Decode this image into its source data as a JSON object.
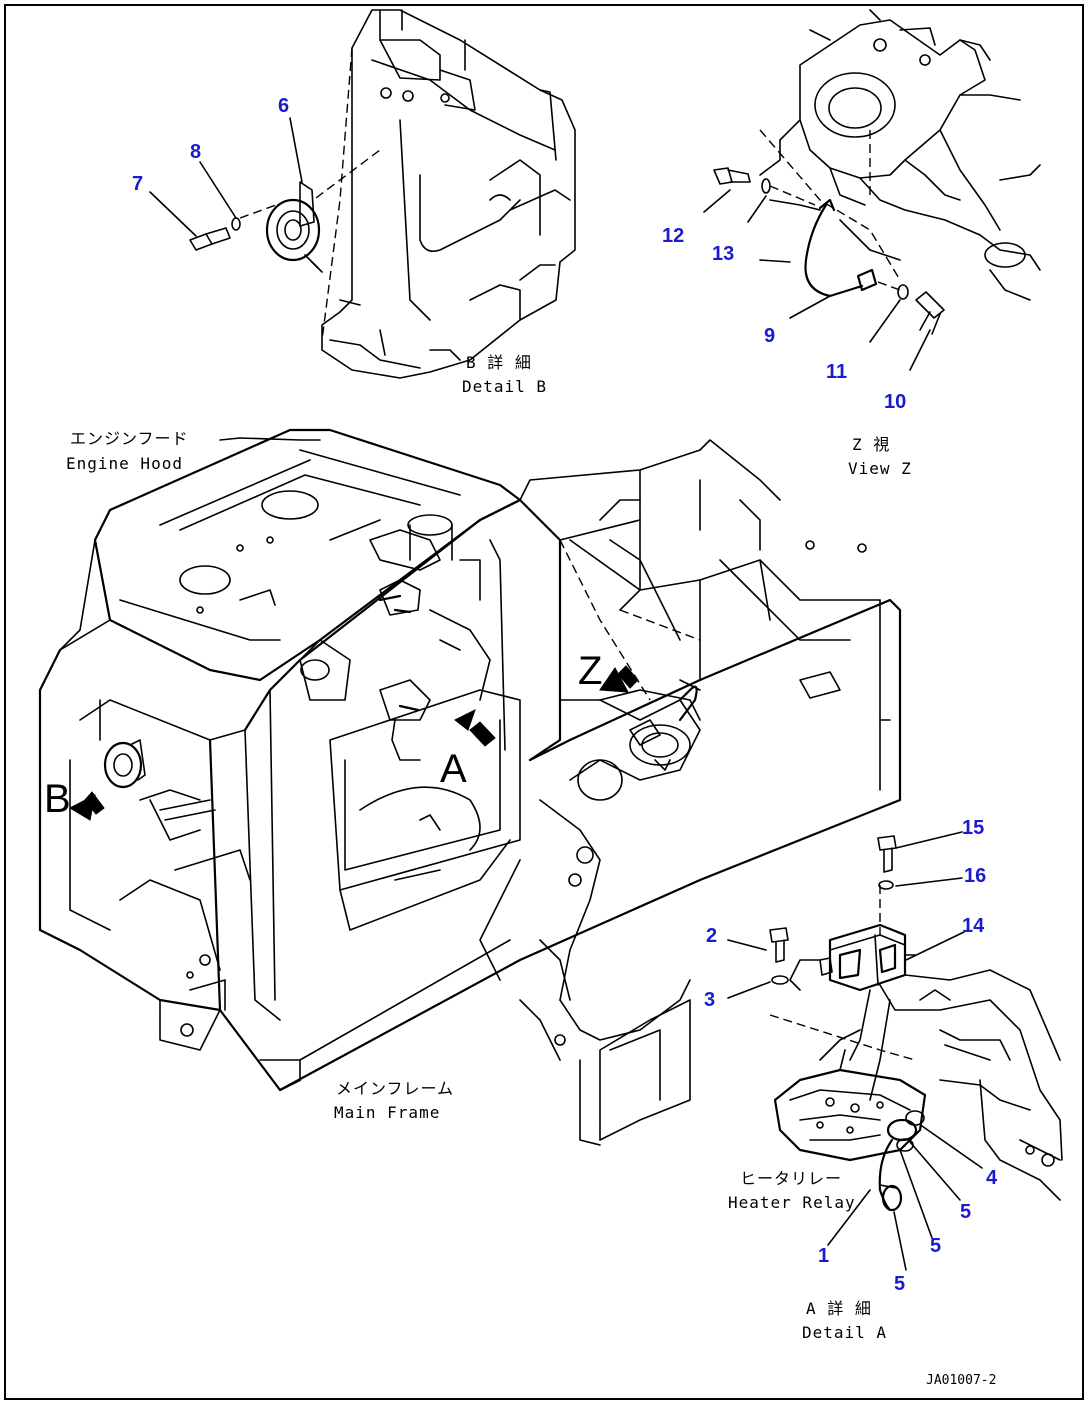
{
  "drawing": {
    "part_numbers": [
      {
        "id": "1",
        "label": "1"
      },
      {
        "id": "2",
        "label": "2"
      },
      {
        "id": "3",
        "label": "3"
      },
      {
        "id": "4",
        "label": "4"
      },
      {
        "id": "5a",
        "label": "5"
      },
      {
        "id": "5b",
        "label": "5"
      },
      {
        "id": "5c",
        "label": "5"
      },
      {
        "id": "6",
        "label": "6"
      },
      {
        "id": "7",
        "label": "7"
      },
      {
        "id": "8",
        "label": "8"
      },
      {
        "id": "9",
        "label": "9"
      },
      {
        "id": "10",
        "label": "10"
      },
      {
        "id": "11",
        "label": "11"
      },
      {
        "id": "12",
        "label": "12"
      },
      {
        "id": "13",
        "label": "13"
      },
      {
        "id": "14",
        "label": "14"
      },
      {
        "id": "15",
        "label": "15"
      },
      {
        "id": "16",
        "label": "16"
      }
    ],
    "labels": {
      "detail_b_jp": "B 詳 細",
      "detail_b_en": "Detail B",
      "view_z_jp": "Z 視",
      "view_z_en": "View Z",
      "engine_hood_jp": "エンジンフード",
      "engine_hood_en": "Engine Hood",
      "main_frame_jp": "メインフレーム",
      "main_frame_en": "Main Frame",
      "heater_relay_jp": "ヒータリレー",
      "heater_relay_en": "Heater Relay",
      "detail_a_jp": "A 詳 細",
      "detail_a_en": "Detail A",
      "view_arrow_z": "Z",
      "view_arrow_a": "A",
      "view_arrow_b": "B",
      "drawing_code": "JA01007-2"
    },
    "colors": {
      "callout": "#1a1ad0",
      "line": "#000000",
      "background": "#ffffff"
    }
  }
}
